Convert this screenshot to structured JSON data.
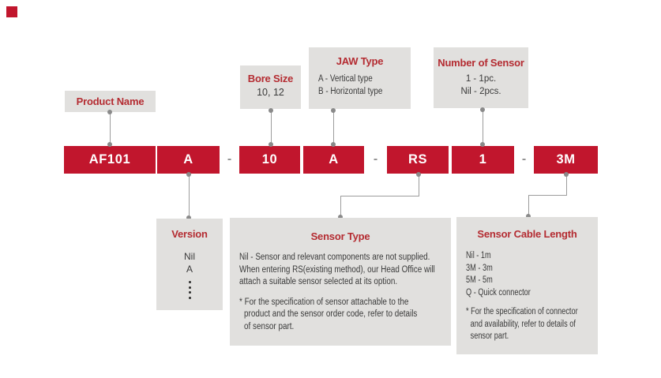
{
  "colors": {
    "accent_red": "#C1162D",
    "title_red": "#B42B31",
    "box_gray": "#E1E0DE",
    "text_dark": "#3A3A3A",
    "line_gray": "#9C9C9C",
    "dot_gray": "#8A8A8A",
    "code_text": "#FFFFFF"
  },
  "top_labels": {
    "product_name": {
      "title": "Product Name"
    },
    "bore_size": {
      "title": "Bore Size",
      "value": "10, 12"
    },
    "jaw_type": {
      "title": "JAW Type",
      "lines": [
        "A - Vertical type",
        "B - Horizontal type"
      ]
    },
    "number_of_sensor": {
      "title": "Number of Sensor",
      "lines": [
        "1 - 1pc.",
        "Nil - 2pcs."
      ]
    }
  },
  "code": {
    "separator": "-",
    "segments": [
      {
        "id": "product-name",
        "label": "AF101"
      },
      {
        "id": "version",
        "label": "A"
      },
      {
        "id": "bore-size",
        "label": "10"
      },
      {
        "id": "jaw-type",
        "label": "A"
      },
      {
        "id": "sensor-type",
        "label": "RS"
      },
      {
        "id": "number-of-sensor",
        "label": "1"
      },
      {
        "id": "sensor-cable-length",
        "label": "3M"
      }
    ]
  },
  "detail_boxes": {
    "version": {
      "title": "Version",
      "options": [
        "Nil",
        "A"
      ]
    },
    "sensor_type": {
      "title": "Sensor Type",
      "paragraph": [
        "Nil - Sensor and relevant components are not supplied.",
        "When entering RS(existing method), our Head Office will",
        "attach a suitable sensor selected at its option."
      ],
      "note": [
        "* For the specification of sensor attachable to the",
        "product and the sensor order code, refer to details",
        "of sensor part."
      ]
    },
    "sensor_cable_length": {
      "title": "Sensor Cable Length",
      "options": [
        "Nil - 1m",
        "3M - 3m",
        "5M - 5m",
        "Q - Quick connector"
      ],
      "note": [
        "* For the specification of connector",
        "and availability, refer to details of",
        "sensor part."
      ]
    }
  }
}
